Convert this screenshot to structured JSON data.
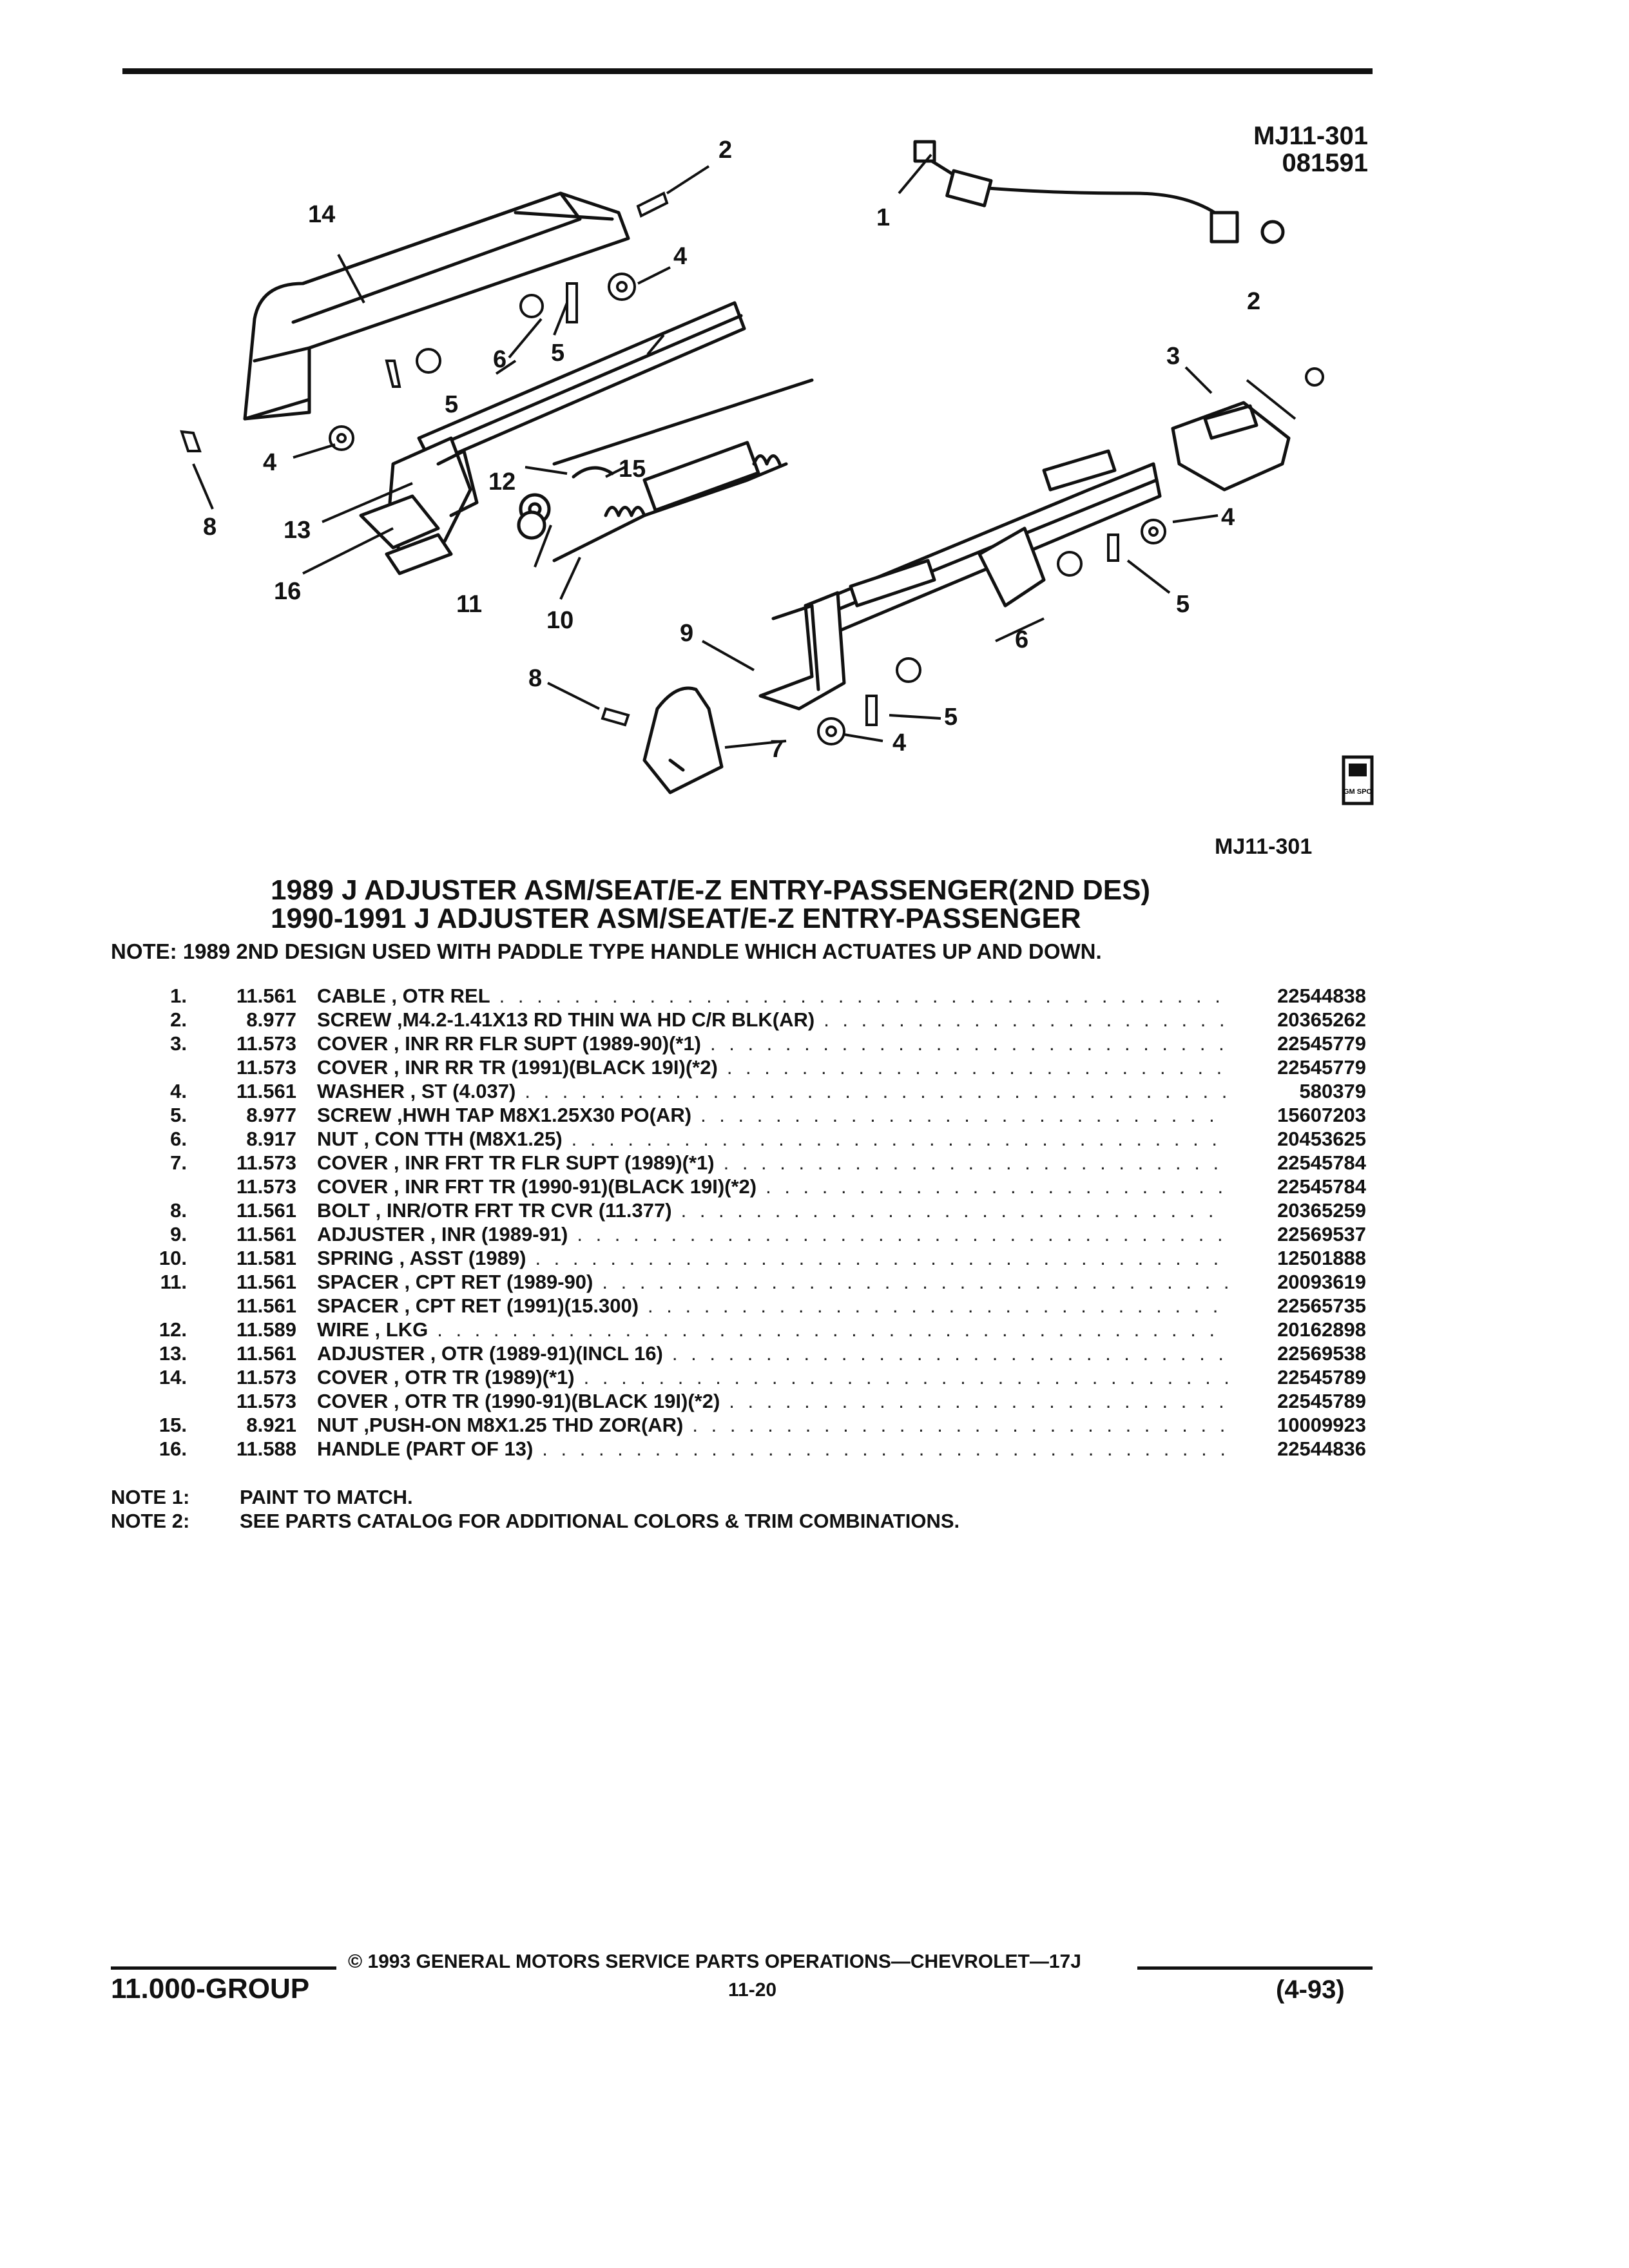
{
  "reference": {
    "code": "MJ11-301",
    "date": "081591"
  },
  "figure_code": "MJ11-301",
  "badge_text": "GM SPO",
  "callouts": [
    "1",
    "2",
    "3",
    "4",
    "5",
    "6",
    "7",
    "8",
    "9",
    "10",
    "11",
    "12",
    "13",
    "14",
    "15",
    "16"
  ],
  "title": {
    "line1": "1989 J ADJUSTER ASM/SEAT/E-Z ENTRY-PASSENGER(2ND DES)",
    "line2": "1990-1991 J ADJUSTER ASM/SEAT/E-Z ENTRY-PASSENGER"
  },
  "note_top": "NOTE:  1989 2ND DESIGN USED WITH PADDLE TYPE HANDLE WHICH ACTUATES UP AND DOWN.",
  "parts": [
    {
      "num": "1.",
      "group": "11.561",
      "desc": "CABLE , OTR REL",
      "part": "22544838"
    },
    {
      "num": "2.",
      "group": "8.977",
      "desc": "SCREW ,M4.2-1.41X13 RD THIN WA HD C/R BLK(AR)",
      "part": "20365262"
    },
    {
      "num": "3.",
      "group": "11.573",
      "desc": "COVER , INR RR FLR SUPT (1989-90)(*1)",
      "part": "22545779"
    },
    {
      "num": "",
      "group": "11.573",
      "desc": "COVER , INR RR TR (1991)(BLACK 19I)(*2)",
      "part": "22545779"
    },
    {
      "num": "4.",
      "group": "11.561",
      "desc": "WASHER , ST (4.037)",
      "part": "580379"
    },
    {
      "num": "5.",
      "group": "8.977",
      "desc": "SCREW ,HWH TAP M8X1.25X30 PO(AR)",
      "part": "15607203"
    },
    {
      "num": "6.",
      "group": "8.917",
      "desc": "NUT , CON TTH (M8X1.25)",
      "part": "20453625"
    },
    {
      "num": "7.",
      "group": "11.573",
      "desc": "COVER , INR FRT TR FLR SUPT (1989)(*1)",
      "part": "22545784"
    },
    {
      "num": "",
      "group": "11.573",
      "desc": "COVER , INR FRT TR (1990-91)(BLACK 19I)(*2)",
      "part": "22545784"
    },
    {
      "num": "8.",
      "group": "11.561",
      "desc": "BOLT , INR/OTR FRT TR CVR (11.377)",
      "part": "20365259"
    },
    {
      "num": "9.",
      "group": "11.561",
      "desc": "ADJUSTER , INR (1989-91)",
      "part": "22569537"
    },
    {
      "num": "10.",
      "group": "11.581",
      "desc": "SPRING , ASST (1989)",
      "part": "12501888"
    },
    {
      "num": "11.",
      "group": "11.561",
      "desc": "SPACER , CPT RET (1989-90)",
      "part": "20093619"
    },
    {
      "num": "",
      "group": "11.561",
      "desc": "SPACER , CPT RET (1991)(15.300)",
      "part": "22565735"
    },
    {
      "num": "12.",
      "group": "11.589",
      "desc": "WIRE , LKG",
      "part": "20162898"
    },
    {
      "num": "13.",
      "group": "11.561",
      "desc": "ADJUSTER , OTR (1989-91)(INCL 16)",
      "part": "22569538"
    },
    {
      "num": "14.",
      "group": "11.573",
      "desc": "COVER , OTR TR (1989)(*1)",
      "part": "22545789"
    },
    {
      "num": "",
      "group": "11.573",
      "desc": "COVER , OTR TR (1990-91)(BLACK 19I)(*2)",
      "part": "22545789"
    },
    {
      "num": "15.",
      "group": "8.921",
      "desc": "NUT ,PUSH-ON M8X1.25 THD ZOR(AR)",
      "part": "10009923"
    },
    {
      "num": "16.",
      "group": "11.588",
      "desc": "HANDLE (PART OF 13)",
      "part": "22544836"
    }
  ],
  "notes": [
    {
      "key": "NOTE  1:",
      "text": "PAINT TO MATCH."
    },
    {
      "key": "NOTE  2:",
      "text": "SEE PARTS CATALOG FOR ADDITIONAL COLORS & TRIM COMBINATIONS."
    }
  ],
  "footer": {
    "copyright": "© 1993  GENERAL MOTORS SERVICE PARTS OPERATIONS—CHEVROLET—17J",
    "group": "11.000-GROUP",
    "page": "11-20",
    "date": "(4-93)"
  }
}
